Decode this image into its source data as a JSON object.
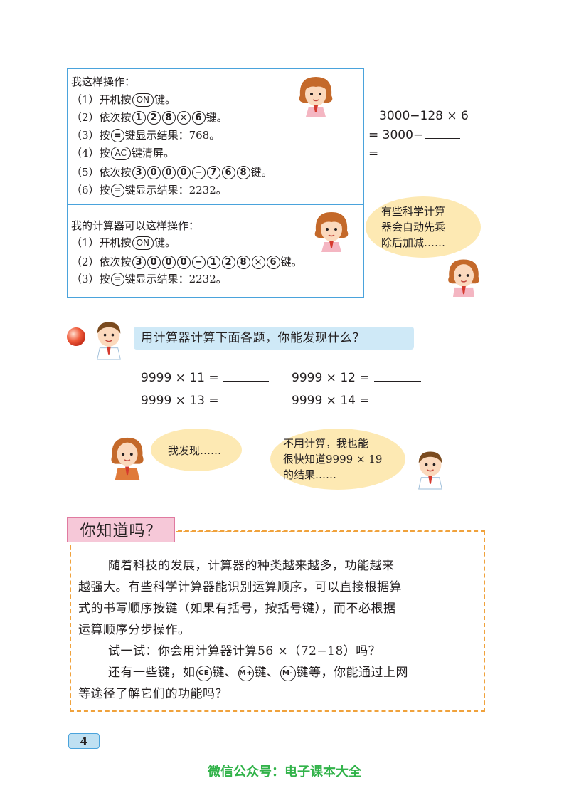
{
  "box1": {
    "heading": "我这样操作：",
    "step1": {
      "num": "（1）",
      "pre": "开机按",
      "key": "ON",
      "post": "键。"
    },
    "step2": {
      "num": "（2）",
      "pre": "依次按",
      "keys": [
        "1",
        "2",
        "8",
        "×",
        "6"
      ],
      "post": "键。"
    },
    "step3": {
      "num": "（3）",
      "pre": "按",
      "key": "=",
      "post": "键显示结果：768。"
    },
    "step4": {
      "num": "（4）",
      "pre": "按",
      "key": "AC",
      "post": "键清屏。"
    },
    "step5": {
      "num": "（5）",
      "pre": "依次按",
      "keys": [
        "3",
        "0",
        "0",
        "0",
        "−",
        "7",
        "6",
        "8"
      ],
      "post": "键。"
    },
    "step6": {
      "num": "（6）",
      "pre": "按",
      "key": "=",
      "post": "键显示结果：2232。"
    }
  },
  "box2": {
    "heading": "我的计算器可以这样操作：",
    "step1": {
      "num": "（1）",
      "pre": "开机按",
      "key": "ON",
      "post": "键。"
    },
    "step2": {
      "num": "（2）",
      "pre": "依次按",
      "keys": [
        "3",
        "0",
        "0",
        "0",
        "−",
        "1",
        "2",
        "8",
        "×",
        "6"
      ],
      "post": "键。"
    },
    "step3": {
      "num": "（3）",
      "pre": "按",
      "key": "=",
      "post": "键显示结果：2232。"
    }
  },
  "calc": {
    "line1": "3000−128 × 6",
    "line2": "= 3000−",
    "line3": "="
  },
  "bubble_scientific": {
    "line1": "有些科学计算",
    "line2": "器会自动先乘",
    "line3": "除后加减……"
  },
  "prompt": "用计算器计算下面各题，你能发现什么？",
  "exercises": [
    "9999 × 11 =",
    "9999 × 12 =",
    "9999 × 13 =",
    "9999 × 14 ="
  ],
  "bubble_girl": "我发现……",
  "bubble_boy": {
    "line1": "不用计算，我也能",
    "line2": "很快知道9999 × 19",
    "line3": "的结果……"
  },
  "know": {
    "title": "你知道吗？",
    "p1_l1": "随着科技的发展，计算器的种类越来越多，功能越来",
    "p1_l2": "越强大。有些科学计算器能识别运算顺序，可以直接根据算",
    "p1_l3": "式的书写顺序按键（如果有括号，按括号键），而不必根据",
    "p1_l4": "运算顺序分步操作。",
    "p2": "试一试：你会用计算器计算56 ×（72−18）吗？",
    "p3_a": "还有一些键，如",
    "p3_key1": "CE",
    "p3_b": "键、",
    "p3_key2": "M+",
    "p3_c": "键、",
    "p3_key3": "M-",
    "p3_d": "键等，你能通过上网",
    "p3_l2": "等途径了解它们的功能吗？"
  },
  "page_number": "4",
  "footer": "微信公众号：电子课本大全"
}
